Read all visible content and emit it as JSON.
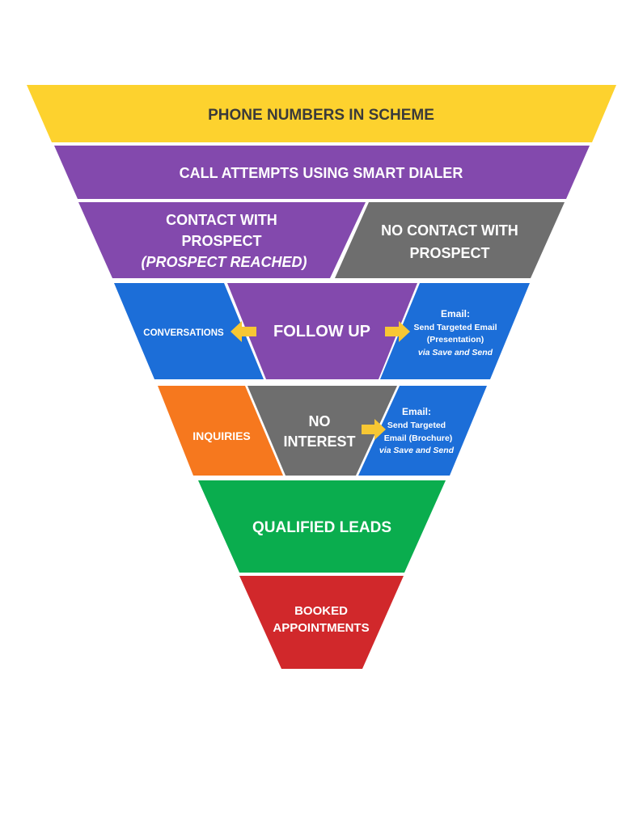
{
  "diagram": {
    "colors": {
      "yellow": "#FDD22E",
      "purple": "#8349AD",
      "gray": "#6E6E6E",
      "blue": "#1C6ED8",
      "orange": "#F6781E",
      "green": "#0AAD4E",
      "red": "#D1282B",
      "arrow": "#F7C733",
      "text_dark": "#3A3A3A",
      "text_light": "#FFFFFF"
    },
    "levels": {
      "phone_numbers": {
        "label": "PHONE NUMBERS IN SCHEME"
      },
      "call_attempts": {
        "label": "CALL ATTEMPTS USING SMART DIALER"
      },
      "contact": {
        "line1": "CONTACT WITH",
        "line2": "PROSPECT",
        "line3": "(PROSPECT REACHED)"
      },
      "no_contact": {
        "line1": "NO CONTACT WITH",
        "line2": "PROSPECT"
      },
      "conversations": {
        "label": "CONVERSATIONS"
      },
      "follow_up": {
        "label": "FOLLOW UP"
      },
      "email_presentation": {
        "title": "Email:",
        "line1": "Send Targeted Email",
        "line2": "(Presentation)",
        "line3": "via Save and Send"
      },
      "inquiries": {
        "label": "INQUIRIES"
      },
      "no_interest": {
        "line1": "NO",
        "line2": "INTEREST"
      },
      "email_brochure": {
        "title": "Email:",
        "line1": "Send Targeted",
        "line2": "Email (Brochure)",
        "line3": "via Save and Send"
      },
      "qualified_leads": {
        "label": "QUALIFIED LEADS"
      },
      "booked": {
        "line1": "BOOKED",
        "line2": "APPOINTMENTS"
      }
    }
  }
}
